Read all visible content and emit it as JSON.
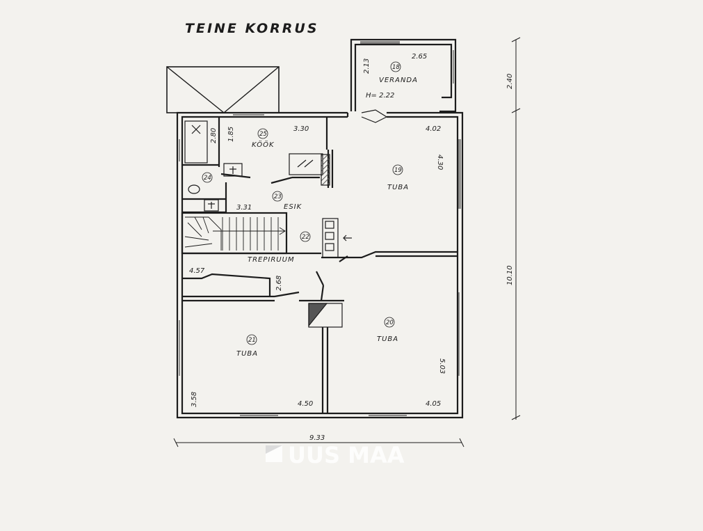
{
  "title": "TEINE KORRUS",
  "watermark": "UUS MAA",
  "rooms": [
    {
      "id": "veranda",
      "number": "18",
      "name": "VERANDA",
      "note": "H= 2.22"
    },
    {
      "id": "room-19",
      "number": "19",
      "name": "TUBA"
    },
    {
      "id": "room-20",
      "number": "20",
      "name": "TUBA"
    },
    {
      "id": "room-21",
      "number": "21",
      "name": "TUBA"
    },
    {
      "id": "stairwell",
      "number": "22",
      "name": "TREPIRUUM"
    },
    {
      "id": "hall",
      "number": "23",
      "name": "ESIK"
    },
    {
      "id": "wc",
      "number": "24",
      "name": ""
    },
    {
      "id": "kitchen",
      "number": "25",
      "name": "KÖÖK"
    }
  ],
  "dimensions": {
    "veranda_width": "2.65",
    "veranda_depth": "2.13",
    "kitchen_width": "3.30",
    "kitchen_depth": "1.85",
    "bath_length": "2.80",
    "room19_width": "4.02",
    "room19_depth": "4.30",
    "hall_width": "3.31",
    "stair_depth": "2.68",
    "storage_width": "4.57",
    "room21_width": "4.50",
    "room21_depth": "3.58",
    "room20_width": "4.05",
    "room20_depth": "5.03",
    "overall_width": "9.33",
    "overall_depth": "10.10",
    "veranda_offset": "2.40"
  },
  "colors": {
    "paper": "#f3f2ee",
    "ink": "#1c1c1c",
    "hatch": "#555555"
  }
}
